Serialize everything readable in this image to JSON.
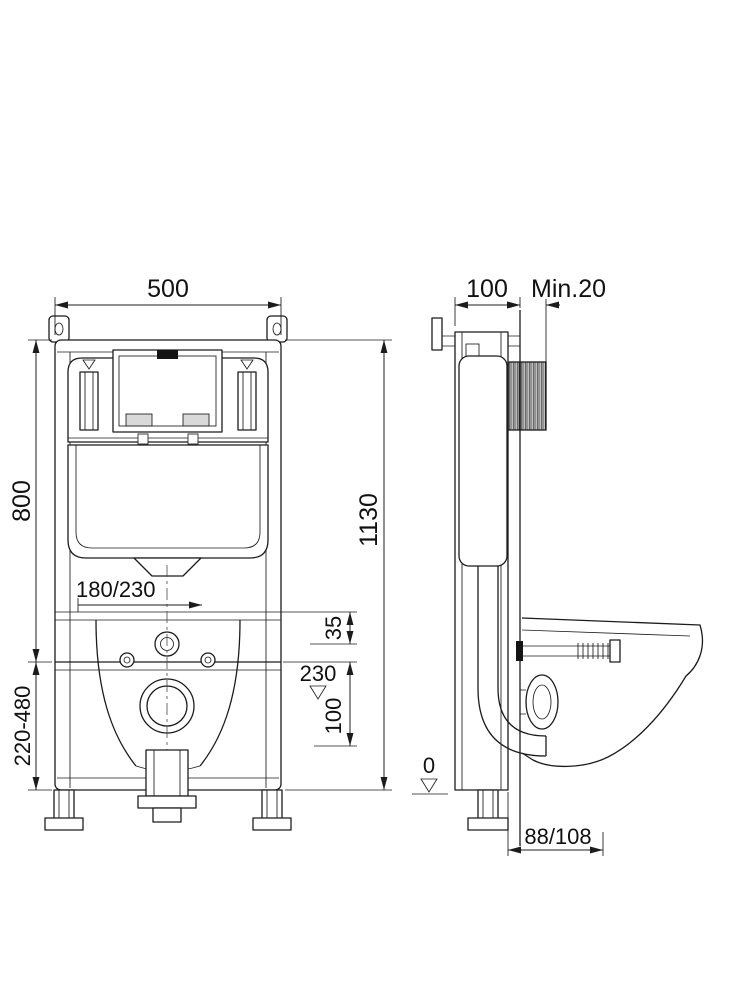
{
  "meta": {
    "type": "technical-installation-drawing",
    "subject": "wall-hung toilet concealed cistern frame",
    "views": [
      "front",
      "side"
    ]
  },
  "colors": {
    "line": "#1c1c1c",
    "background": "#ffffff"
  },
  "labels": {
    "front": {
      "width": "500",
      "upper_height": "800",
      "lower_height_range": "220-480",
      "total_height": "1130",
      "supply_offset": "180/230",
      "inlet_offset": "35",
      "bend_level": "230",
      "outlet_drop": "100",
      "floor_level": "0"
    },
    "side": {
      "frame_depth": "100",
      "min_wall_thickness": "Min.20",
      "outlet_projection": "88/108"
    }
  }
}
